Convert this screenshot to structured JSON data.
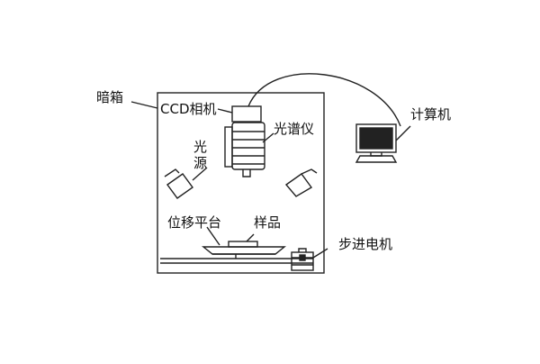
{
  "labels": {
    "darkbox": "暗箱",
    "ccd_camera": "CCD相机",
    "spectrometer": "光谱仪",
    "light_source_line1": "光",
    "light_source_line2": "源",
    "computer": "计算机",
    "displacement_platform": "位移平台",
    "sample": "样品",
    "stepper_motor": "步进电机"
  },
  "colors": {
    "stroke": "#222222",
    "background": "#ffffff"
  }
}
